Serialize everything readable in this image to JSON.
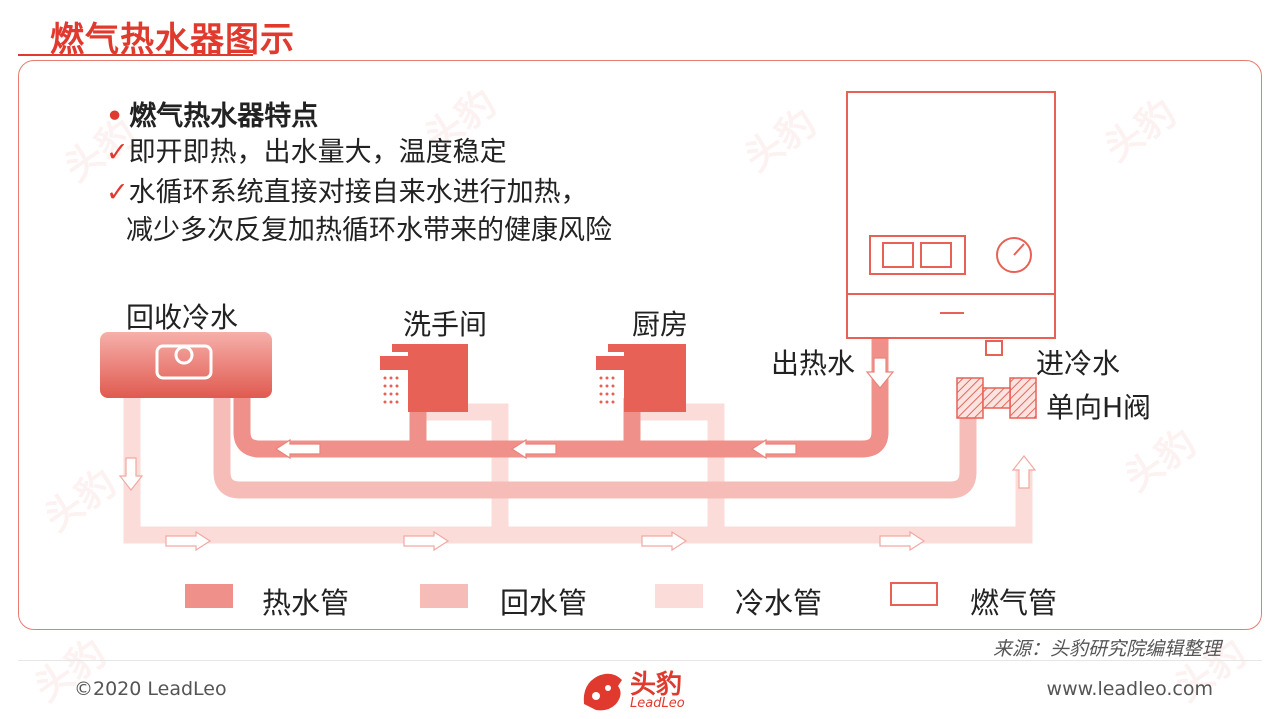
{
  "title": "燃气热水器图示",
  "features": {
    "heading": "燃气热水器特点",
    "items": [
      "即开即热，出水量大，温度稳定",
      "水循环系统直接对接自来水进行加热，",
      "减少多次反复加热循环水带来的健康风险"
    ]
  },
  "diagram": {
    "return_cold": "回收冷水",
    "bathroom": "洗手间",
    "kitchen": "厨房",
    "hot_out": "出热水",
    "cold_in": "进冷水",
    "valve": "单向H阀"
  },
  "legend": [
    {
      "label": "热水管",
      "color": "#f0908a"
    },
    {
      "label": "回水管",
      "color": "#f6bcb7"
    },
    {
      "label": "冷水管",
      "color": "#fbdcd8"
    },
    {
      "label": "燃气管",
      "color": "#e03a2f"
    }
  ],
  "colors": {
    "accent": "#e03a2f",
    "hot": "#f0908a",
    "return": "#f6bcb7",
    "cold": "#fbdcd8"
  },
  "source": "来源：头豹研究院编辑整理",
  "footer": {
    "copyright": "©2020 LeadLeo",
    "logo_text": "头豹",
    "logo_sub": "LeadLeo",
    "url": "www.leadleo.com"
  },
  "watermark": "头豹"
}
